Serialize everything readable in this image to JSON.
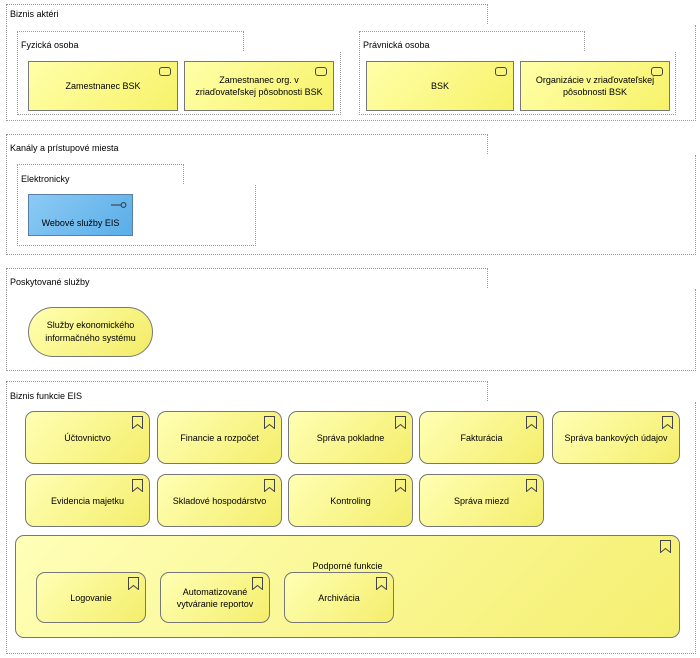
{
  "sections": {
    "actors": {
      "label": "Biznis aktéri",
      "physical": {
        "label": "Fyzická osoba",
        "items": [
          "Zamestnanec BSK",
          "Zamestnanec org. v zriaďovateľskej pôsobnosti BSK"
        ]
      },
      "legal": {
        "label": "Právnická osoba",
        "items": [
          "BSK",
          "Organizácie v zriaďovateľskej pôsobnosti BSK"
        ]
      }
    },
    "channels": {
      "label": "Kanály a prístupové miesta",
      "electronic": {
        "label": "Elektronicky",
        "items": [
          "Webové služby EIS"
        ]
      }
    },
    "services": {
      "label": "Poskytované služby",
      "items": [
        "Služby ekonomického informačného systému"
      ]
    },
    "functions": {
      "label": "Biznis funkcie EIS",
      "row1": [
        "Účtovnictvo",
        "Financie a rozpočet",
        "Správa pokladne",
        "Fakturácia",
        "Správa bankových údajov"
      ],
      "row2": [
        "Evidencia majetku",
        "Skladové hospodárstvo",
        "Kontroling",
        "Správa miezd"
      ],
      "support": {
        "label": "Podporné funkcie",
        "items": [
          "Logovanie",
          "Automatizované vytváranie reportov",
          "Archivácia"
        ]
      }
    }
  },
  "icons": {
    "actor": "actor-role-icon",
    "interface": "application-interface-icon",
    "function": "bookmark-function-icon"
  },
  "colors": {
    "yellow": "#f7f26a",
    "blue": "#5aaee8",
    "border": "#777777"
  }
}
